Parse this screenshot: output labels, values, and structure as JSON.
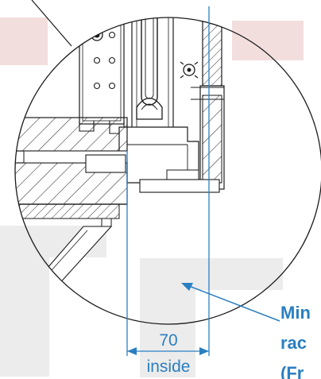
{
  "dimension": {
    "value": "70",
    "note": "inside"
  },
  "callout": {
    "lines": [
      "Min",
      "rac",
      "(Fr"
    ]
  },
  "colors": {
    "dimension": "#2a7fc1",
    "drawing": "#1a1a1a",
    "watermark": "#e6e6e6",
    "watermark_red": "#f3dede"
  }
}
